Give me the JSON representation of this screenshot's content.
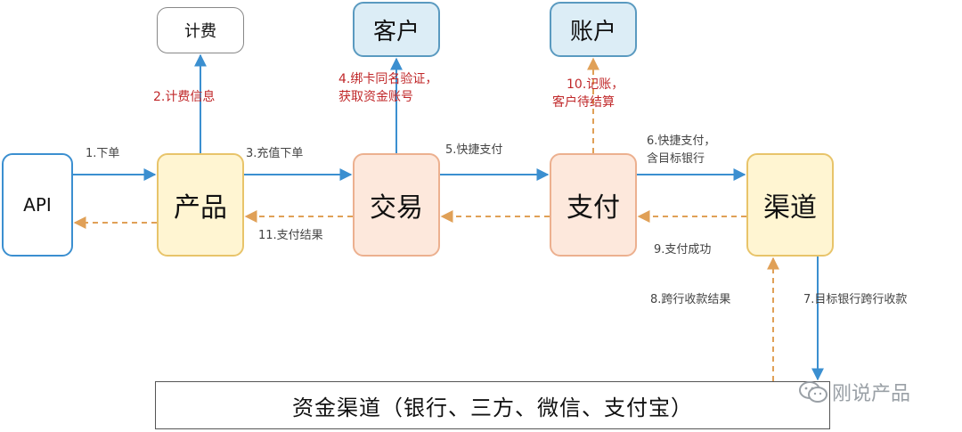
{
  "nodes": {
    "api": "API",
    "product": "产品",
    "trade": "交易",
    "payment": "支付",
    "channel": "渠道",
    "billing": "计费",
    "customer": "客户",
    "account": "账户",
    "fund_channel": "资金渠道（银行、三方、微信、支付宝）"
  },
  "edges": {
    "e1": "1.下单",
    "e2": "2.计费信息",
    "e3": "3.充值下单",
    "e4_line1": "4.绑卡同名验证，",
    "e4_line2": "获取资金账号",
    "e5": "5.快捷支付",
    "e6_line1": "6.快捷支付，",
    "e6_line2": "含目标银行",
    "e7": "7.目标银行跨行收款",
    "e8": "8.跨行收款结果",
    "e9": "9.支付成功",
    "e10_line1": "10.记账，",
    "e10_line2": "客户待结算",
    "e11": "11.支付结果"
  },
  "colors": {
    "solid_arrow": "#3b8fd0",
    "dashed_arrow": "#e0a057",
    "highlight_label": "#c0282a"
  },
  "watermark": "刚说产品"
}
